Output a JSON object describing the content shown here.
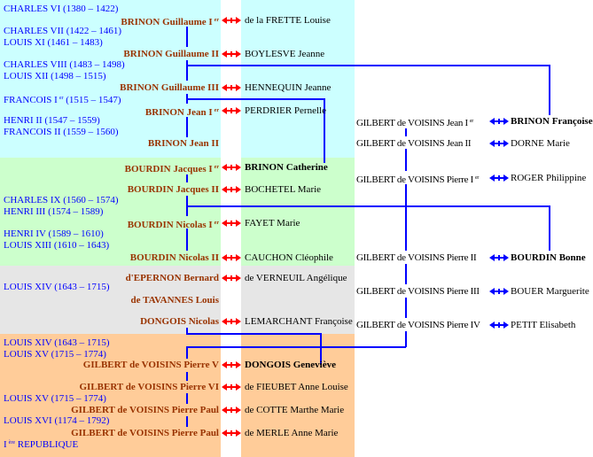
{
  "colors": {
    "cyan": "#ccffff",
    "green": "#ccffcc",
    "gray": "#e6e6e6",
    "orange": "#ffcc99",
    "king": "#0000ff",
    "lord": "#993300",
    "line": "#0000ff",
    "arrow_left": "#ff0000",
    "arrow_right": "#0000ff"
  },
  "kings": [
    {
      "text": "CHARLES VI (1380 – 1422)"
    },
    {
      "text": "CHARLES VII (1422 – 1461)"
    },
    {
      "text": "LOUIS XI (1461 – 1483)"
    },
    {
      "text": "CHARLES VIII (1483 – 1498)"
    },
    {
      "text": "LOUIS XII (1498 – 1515)"
    },
    {
      "text": "FRANCOIS I",
      "sup": "er",
      "rest": " (1515 – 1547)"
    },
    {
      "text": "HENRI II (1547 – 1559)"
    },
    {
      "text": "FRANCOIS II (1559 – 1560)"
    },
    {
      "text": "CHARLES IX (1560 – 1574)"
    },
    {
      "text": "HENRI III (1574 – 1589)"
    },
    {
      "text": "HENRI IV (1589 – 1610)"
    },
    {
      "text": "LOUIS XIII (1610 – 1643)"
    },
    {
      "text": "LOUIS XIV (1643 – 1715)"
    },
    {
      "text": "LOUIS XIV (1643 – 1715)"
    },
    {
      "text": "LOUIS XV (1715 – 1774)"
    },
    {
      "text": "LOUIS XV (1715 – 1774)"
    },
    {
      "text": "LOUIS XVI (1174 – 1792)"
    },
    {
      "text": "I",
      "sup": "ère",
      "rest": " REPUBLIQUE"
    }
  ],
  "lineage": [
    {
      "name": "BRINON Guillaume I",
      "sup": "er",
      "spouse": "de la FRETTE Louise"
    },
    {
      "name": "BRINON Guillaume II",
      "spouse": "BOYLESVE Jeanne"
    },
    {
      "name": "BRINON Guillaume III",
      "spouse": "HENNEQUIN Jeanne"
    },
    {
      "name": "BRINON Jean I",
      "sup": "er",
      "spouse": "PERDRIER Pernelle"
    },
    {
      "name": "BRINON Jean II"
    },
    {
      "name": "BOURDIN Jacques I",
      "sup": "er",
      "spouse": "BRINON Catherine",
      "spouse_bold": true
    },
    {
      "name": "BOURDIN Jacques II",
      "spouse": "BOCHETEL Marie"
    },
    {
      "name": "BOURDIN Nicolas I",
      "sup": "er",
      "spouse": "FAYET Marie"
    },
    {
      "name": "BOURDIN Nicolas II",
      "spouse": "CAUCHON Cléophile"
    },
    {
      "name": "d'EPERNON Bernard",
      "spouse": "de VERNEUIL Angélique"
    },
    {
      "name": "de TAVANNES Louis"
    },
    {
      "name": "DONGOIS Nicolas",
      "spouse": "LEMARCHANT Françoise"
    },
    {
      "name": "GILBERT de VOISINS Pierre V",
      "spouse": "DONGOIS Geneviève",
      "spouse_bold": true
    },
    {
      "name": "GILBERT de VOISINS Pierre VI",
      "spouse": "de FIEUBET Anne Louise"
    },
    {
      "name": "GILBERT de VOISINS Pierre Paul",
      "spouse": "de COTTE Marthe Marie"
    },
    {
      "name": "GILBERT de VOISINS Pierre Paul",
      "spouse": "de MERLE Anne Marie"
    }
  ],
  "gilbert": [
    {
      "name": "GILBERT de VOISINS Jean I",
      "sup": "er",
      "spouse": "BRINON Françoise",
      "spouse_bold": true
    },
    {
      "name": "GILBERT de VOISINS Jean II",
      "spouse": "DORNE Marie"
    },
    {
      "name": "GILBERT de VOISINS Pierre I",
      "sup": "er",
      "spouse": "ROGER Philippine"
    },
    {
      "name": "GILBERT de VOISINS Pierre II",
      "spouse": "BOURDIN Bonne",
      "spouse_bold": true
    },
    {
      "name": "GILBERT de VOISINS Pierre III",
      "spouse": "BOUER Marguerite"
    },
    {
      "name": "GILBERT de VOISINS Pierre IV",
      "spouse": "PETIT Elisabeth"
    }
  ]
}
